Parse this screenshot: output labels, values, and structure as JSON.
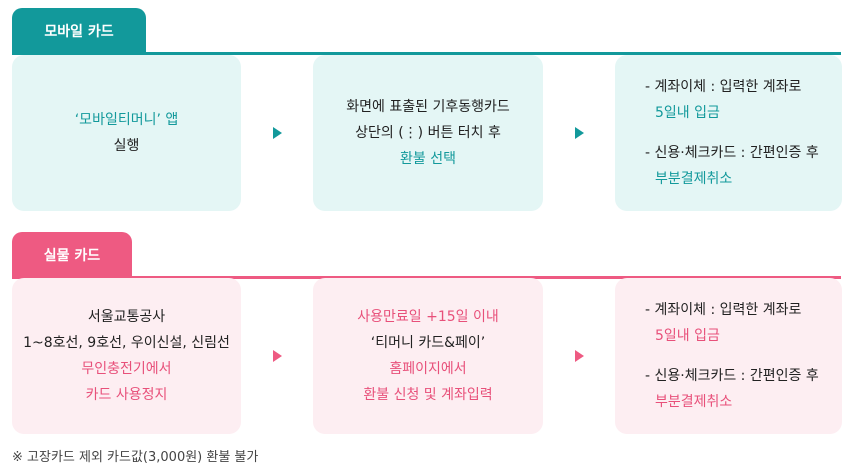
{
  "mobile": {
    "tab_label": "모바일 카드",
    "step1": {
      "line1": "‘모바일티머니’ 앱",
      "line2": "실행"
    },
    "step2": {
      "line1": "화면에 표출된 기후동행카드",
      "line2": "상단의 (⋮) 버튼 터치 후",
      "line3": "환불 선택"
    },
    "step3": {
      "item1_label": "- 계좌이체 : 입력한 계좌로",
      "item1_value": "5일내 입금",
      "item2_label": "- 신용·체크카드 : 간편인증 후",
      "item2_value": "부분결제취소"
    }
  },
  "physical": {
    "tab_label": "실물 카드",
    "step1": {
      "line1": "서울교통공사",
      "line2": "1~8호선, 9호선, 우이신설, 신림선",
      "line3": "무인충전기에서",
      "line4": "카드 사용정지"
    },
    "step2": {
      "line1": "사용만료일 +15일 이내",
      "line2": "‘티머니 카드&페이’",
      "line3": "홈페이지에서",
      "line4": "환불 신청 및 계좌입력"
    },
    "step3": {
      "item1_label": "- 계좌이체 : 입력한 계좌로",
      "item1_value": "5일내 입금",
      "item2_label": "- 신용·체크카드 : 간편인증 후",
      "item2_value": "부분결제취소"
    }
  },
  "footnote": "※ 고장카드 제외 카드값(3,000원) 환불 불가",
  "colors": {
    "teal": "#12999b",
    "pink": "#ee5a82",
    "teal_bg": "#e4f6f5",
    "pink_bg": "#fdeef2"
  }
}
